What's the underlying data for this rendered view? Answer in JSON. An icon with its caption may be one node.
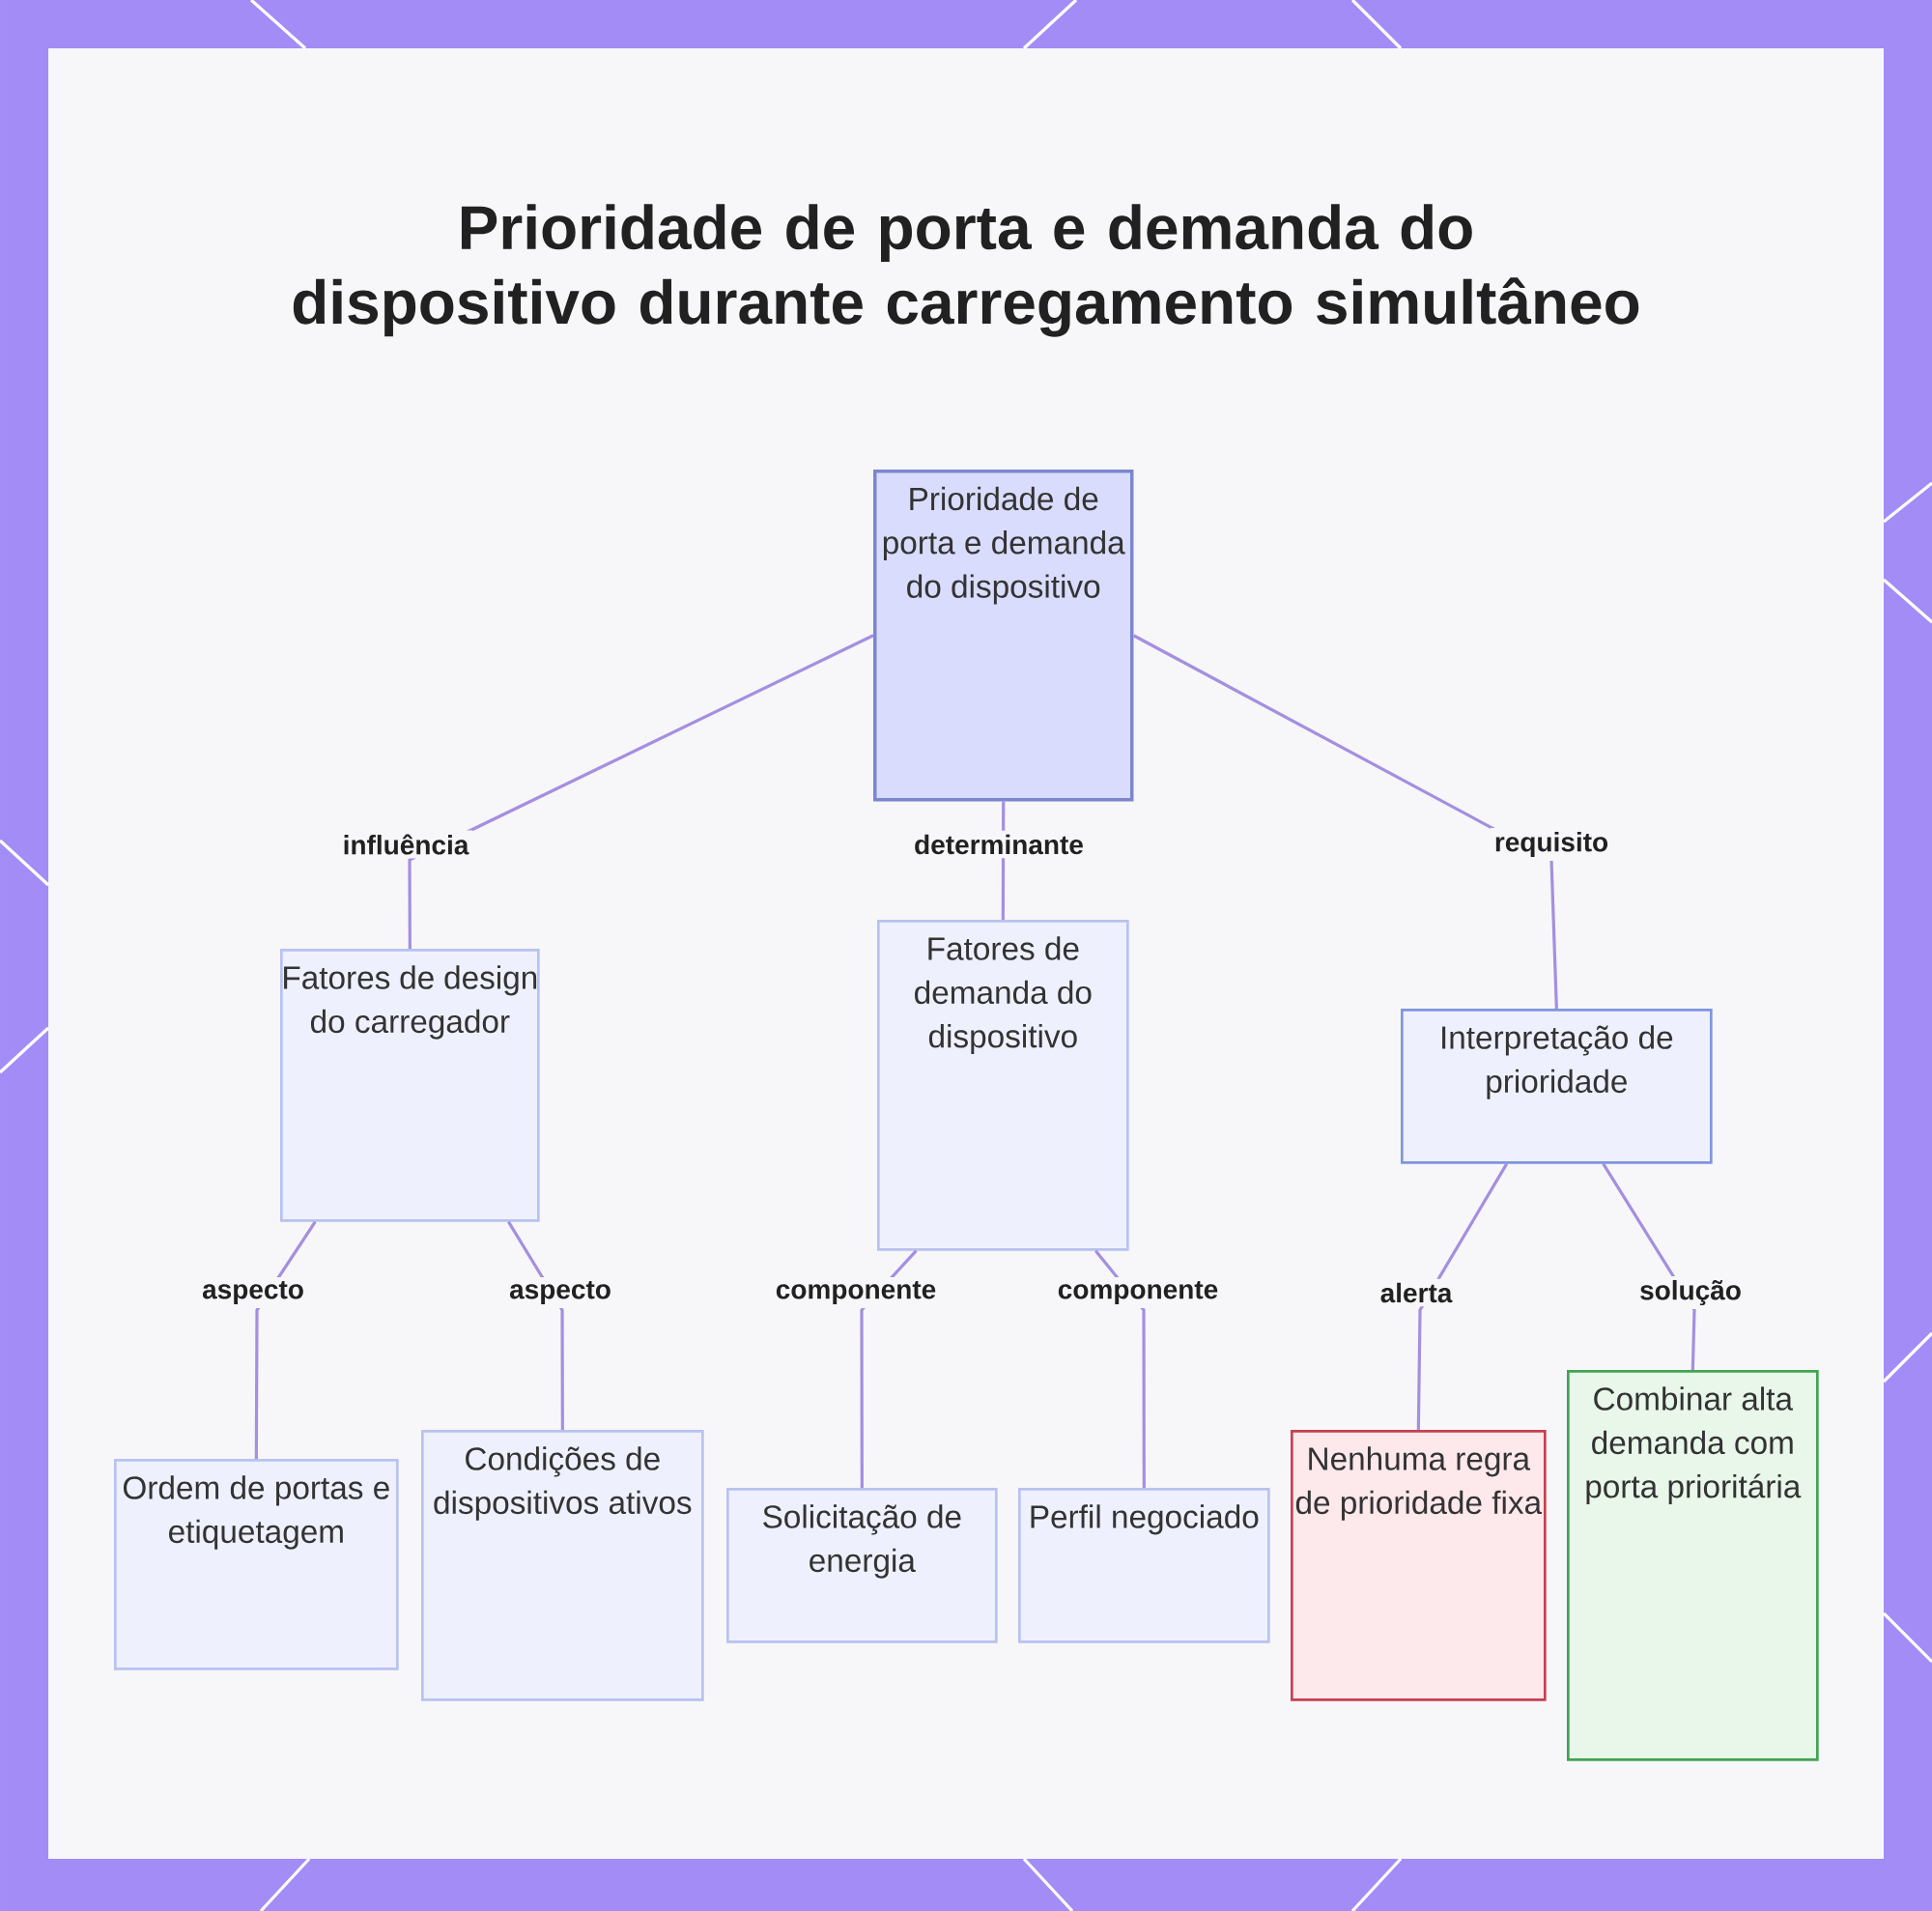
{
  "diagram": {
    "title": "Prioridade de porta e demanda do dispositivo durante carregamento simultâneo",
    "nodes": [
      {
        "text": [
          "Prioridade de porta e demanda do dispositivo"
        ]
      },
      {
        "text": [
          "Fatores de design do carregador"
        ]
      },
      {
        "text": [
          "Fatores de demanda do dispositivo"
        ]
      },
      {
        "text": [
          "Interpretação de prioridade"
        ]
      },
      {
        "text": [
          "Ordem de portas e etiquetagem"
        ]
      },
      {
        "text": [
          "Condições de dispositivos ativos"
        ]
      },
      {
        "text": [
          "Solicitação de energia"
        ]
      },
      {
        "text": [
          "Perfil negociado"
        ]
      },
      {
        "text": [
          "Nenhuma regra de prioridade fixa"
        ]
      },
      {
        "text": [
          "Combinar alta demanda com porta prioritária"
        ]
      }
    ],
    "edges": [
      {
        "from": 0,
        "to": 1,
        "arrow": "none",
        "label": "influência"
      },
      {
        "from": 0,
        "to": 2,
        "arrow": "none",
        "label": "determinante"
      },
      {
        "from": 0,
        "to": 3,
        "arrow": "none",
        "label": "requisito"
      },
      {
        "from": 1,
        "to": 4,
        "arrow": "none",
        "label": "aspecto"
      },
      {
        "from": 1,
        "to": 5,
        "arrow": "none",
        "label": "aspecto"
      },
      {
        "from": 2,
        "to": 6,
        "arrow": "none",
        "label": "componente"
      },
      {
        "from": 2,
        "to": 7,
        "arrow": "none",
        "label": "componente"
      },
      {
        "from": 3,
        "to": 8,
        "arrow": "none",
        "label": "alerta"
      },
      {
        "from": 3,
        "to": 9,
        "arrow": "none",
        "label": "solução"
      }
    ]
  }
}
